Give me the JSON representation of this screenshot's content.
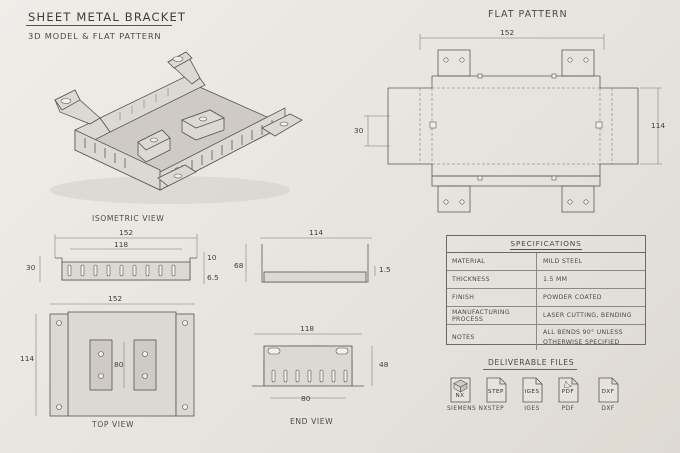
{
  "header": {
    "title": "SHEET METAL BRACKET",
    "subtitle": "3D MODEL & FLAT PATTERN"
  },
  "views": {
    "isometric": "ISOMETRIC VIEW",
    "top": "TOP VIEW",
    "end": "END VIEW",
    "flat_pattern": "FLAT PATTERN"
  },
  "dimensions": {
    "front": {
      "overall_width": "152",
      "inner_width": "118",
      "height": "30",
      "flange_height": "10",
      "base_offset": "6.5"
    },
    "side": {
      "length": "114",
      "height": "68",
      "thickness": "1.5"
    },
    "top": {
      "overall_width": "152",
      "length": "114",
      "tab_spacing": "80"
    },
    "end": {
      "top_width": "118",
      "bottom_width": "80",
      "height": "48"
    },
    "flat": {
      "width": "152",
      "height": "114",
      "tab_width": "30"
    }
  },
  "specifications": {
    "heading": "SPECIFICATIONS",
    "rows": [
      {
        "key": "MATERIAL",
        "value": "MILD STEEL"
      },
      {
        "key": "THICKNESS",
        "value": "1.5 mm"
      },
      {
        "key": "FINISH",
        "value": "POWDER COATED"
      },
      {
        "key": "MANUFACTURING PROCESS",
        "value": "LASER CUTTING, BENDING"
      },
      {
        "key": "NOTES",
        "value": "ALL BENDS 90° UNLESS OTHERWISE SPECIFIED"
      }
    ]
  },
  "deliverables": {
    "heading": "DELIVERABLE FILES",
    "files": [
      {
        "icon": "nx-cube-icon",
        "type": "NX",
        "caption": "SIEMENS NX"
      },
      {
        "icon": "file-icon",
        "type": "STEP",
        "caption": "STEP"
      },
      {
        "icon": "file-icon",
        "type": "IGES",
        "caption": "IGES"
      },
      {
        "icon": "pdf-file-icon",
        "type": "PDF",
        "caption": "PDF"
      },
      {
        "icon": "file-icon",
        "type": "DXF",
        "caption": "DXF"
      }
    ]
  }
}
